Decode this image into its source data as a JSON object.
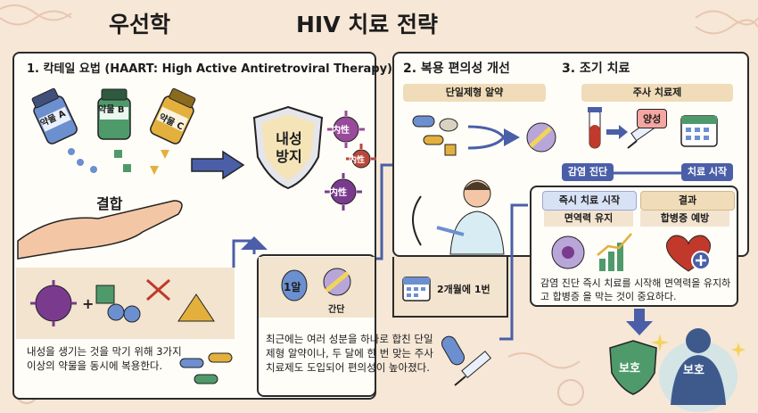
{
  "header": {
    "subject": "우선학",
    "title": "HIV 치료 전략"
  },
  "section1": {
    "title": "1. 칵테일 요법 (HAART: High Active Antiretroviral Therapy)",
    "drug_a": "약물 A",
    "drug_b": "약물 B",
    "drug_c": "약물 C",
    "combine": "결합",
    "shield": "내성 방지",
    "virus_label": "内性",
    "desc": "내성을 생기는 것을 막기 위해 3가지 이상의 약물을 동시에 복용한다."
  },
  "section2": {
    "title": "2. 복용 편의성 개선",
    "single_pill": "단일제형 알약",
    "one_pill": "1알",
    "simple": "간단",
    "interval": "2개월에 1번",
    "desc": "최근에는 여러 성분을 하나로 합친 단일제형 알약이나, 두 달에 한 번 맞는 주사 치료제도 도입되어 편의성이 높아졌다."
  },
  "section3": {
    "title": "3. 조기 치료",
    "injection": "주사 치료제",
    "positive": "양성",
    "diagnosis": "감염 진단",
    "start": "치료 시작",
    "immediate": "즉시 치료 시작",
    "result": "결과",
    "immunity": "면역력 유지",
    "prevent": "합병증 예방",
    "desc": "감염 진단 즉시 치료를 시작해 면역력을 유지하고 합병증 을 막는 것이 중요하다."
  },
  "protect": {
    "shield": "보호",
    "body": "보호"
  },
  "colors": {
    "background": "#f6e7d6",
    "accent_blue": "#4a5fa8",
    "beige": "#f0dcb8",
    "virus_purple": "#7a3b8f"
  }
}
